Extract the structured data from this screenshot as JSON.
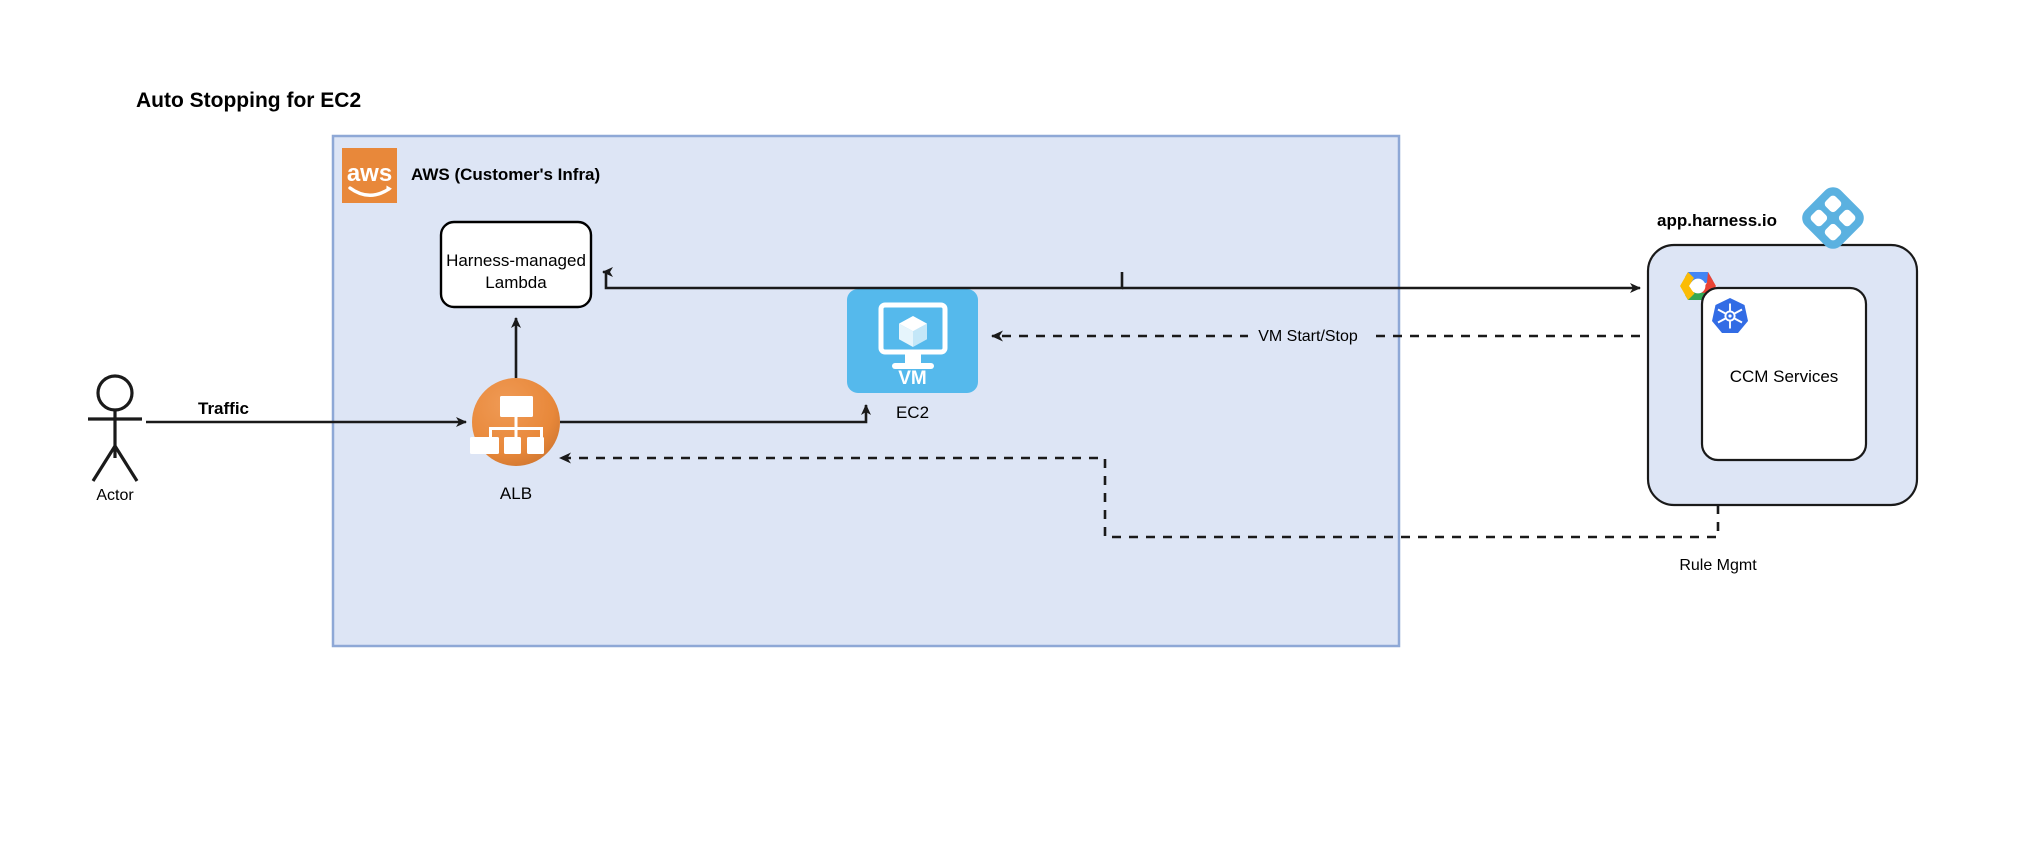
{
  "title": "Auto Stopping for EC2",
  "colors": {
    "aws_group_fill": "#dde5f5",
    "aws_group_stroke": "#8ea8d6",
    "aws_logo_orange": "#e8883a",
    "alb_orange": "#e8883a",
    "alb_orange_dark": "#c9712c",
    "vm_blue": "#55b9ec",
    "harness_panel_fill": "#dde5f5",
    "harness_logo_blue": "#5bb1e0",
    "k8s_blue": "#326ce5",
    "line": "#1a1a1a",
    "white": "#ffffff"
  },
  "aws_group": {
    "label": "AWS (Customer's Infra)",
    "logo_text": "aws",
    "logo_name": "aws-logo"
  },
  "harness_group": {
    "label": "app.harness.io",
    "logo_name": "harness-logo",
    "cloud_logo_name": "gcp-logo"
  },
  "nodes": {
    "actor": {
      "label": "Actor",
      "icon": "actor-stick-figure-icon"
    },
    "lambda": {
      "label_line1": "Harness-managed",
      "label_line2": "Lambda"
    },
    "alb": {
      "label": "ALB",
      "icon": "load-balancer-tree-icon"
    },
    "ec2": {
      "label": "EC2",
      "inner_label": "VM",
      "icon": "vm-monitor-icon"
    },
    "ccm": {
      "label": "CCM Services",
      "icon": "kubernetes-icon"
    }
  },
  "edges": {
    "traffic": {
      "label": "Traffic",
      "style": "solid"
    },
    "vm_start_stop": {
      "label": "VM Start/Stop",
      "style": "dashed"
    },
    "rule_mgmt": {
      "label": "Rule Mgmt",
      "style": "dashed"
    },
    "alb_to_lambda": {
      "label": "",
      "style": "solid"
    },
    "alb_to_ec2": {
      "label": "",
      "style": "solid"
    },
    "harness_to_lambda": {
      "label": "",
      "style": "solid"
    }
  }
}
